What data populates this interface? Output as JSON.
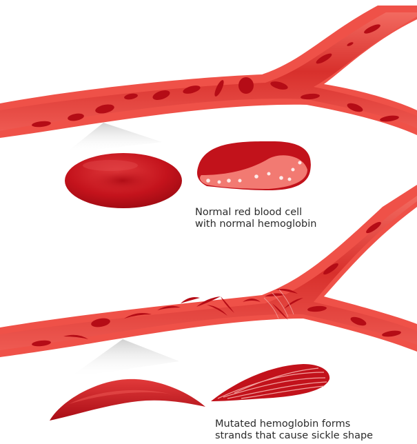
{
  "captions": {
    "normal": {
      "line1": "Normal red blood cell",
      "line2": "with normal hemoglobin"
    },
    "sickle": {
      "line1": "Mutated hemoglobin forms",
      "line2": "strands that cause sickle shape"
    }
  },
  "colors": {
    "vessel_wall": "#e8453c",
    "vessel_lumen": "#d42a2a",
    "cell_red": "#c0101a",
    "cell_dark": "#8f0a12",
    "cell_highlight": "#ef5a55",
    "strand_light": "#f3a3a0",
    "text": "#2b2b2b"
  }
}
